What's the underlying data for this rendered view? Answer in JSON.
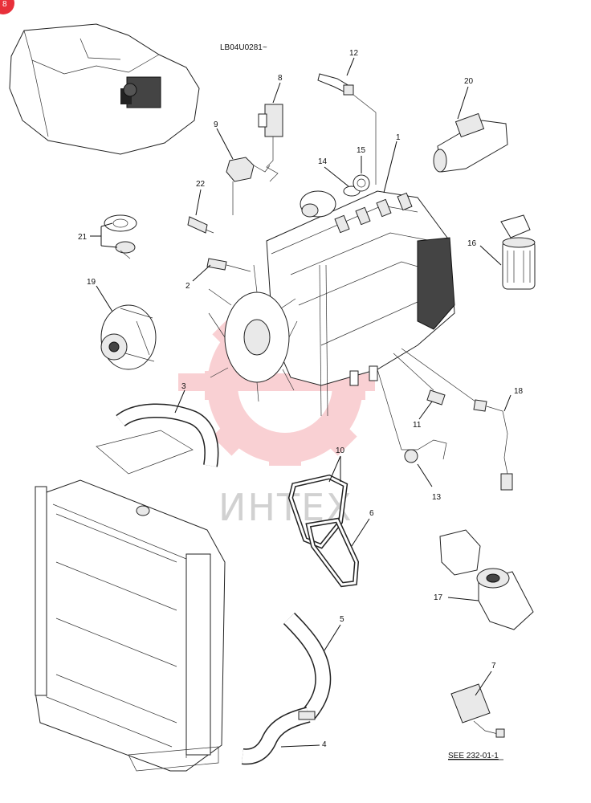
{
  "diagram": {
    "code_label": "LB04U0281~",
    "see_reference": "SEE 232-01-1",
    "watermark_text": "ИНТЕХ",
    "watermark_color": "#e8303a",
    "badge_color": "#e8303a",
    "badge_text": "8",
    "callouts": {
      "c1": "1",
      "c2": "2",
      "c3": "3",
      "c4": "4",
      "c5": "5",
      "c6": "6",
      "c7": "7",
      "c8": "8",
      "c9": "9",
      "c10": "10",
      "c11": "11",
      "c12": "12",
      "c13": "13",
      "c14": "14",
      "c15": "15",
      "c16": "16",
      "c17": "17",
      "c18": "18",
      "c19": "19",
      "c20": "20",
      "c21": "21",
      "c22": "22"
    }
  }
}
